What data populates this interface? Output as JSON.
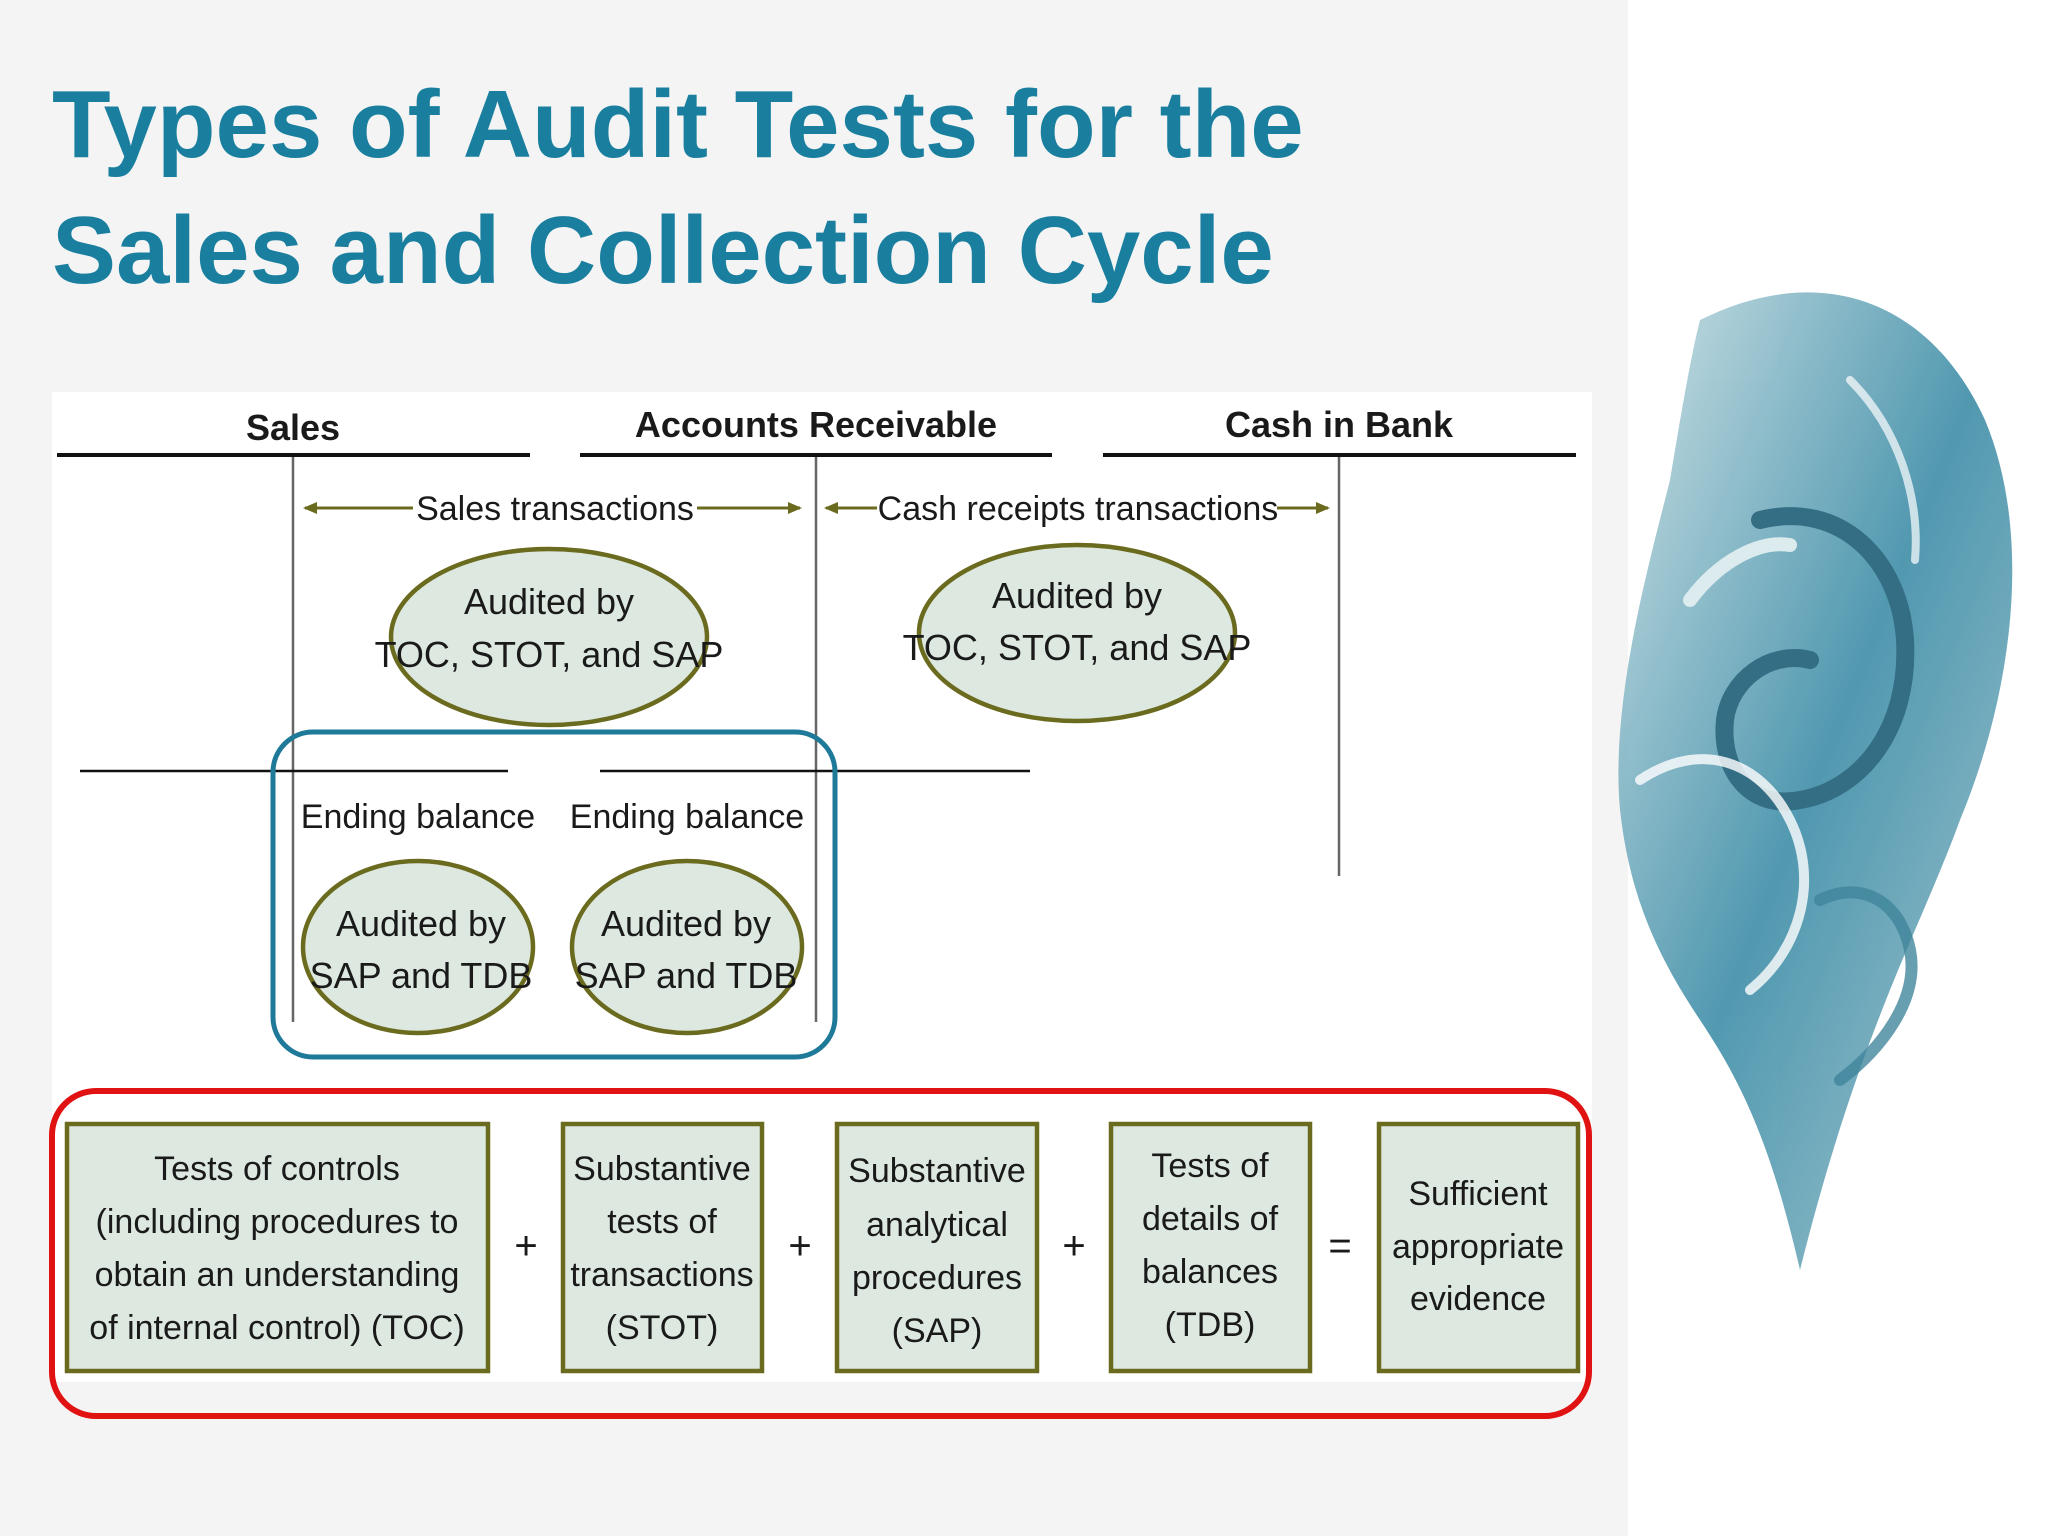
{
  "slide": {
    "title_line1": "Types of Audit Tests for the",
    "title_line2": "Sales and Collection Cycle"
  },
  "accounts": {
    "sales": "Sales",
    "accounts_receivable": "Accounts Receivable",
    "cash_in_bank": "Cash in Bank"
  },
  "transactions": {
    "sales": "Sales transactions",
    "cash_receipts": "Cash receipts transactions"
  },
  "ovals": {
    "sales_txn": [
      "Audited by",
      "TOC, STOT, and SAP"
    ],
    "cash_txn": [
      "Audited by",
      "TOC, STOT, and SAP"
    ],
    "balance_1": [
      "Audited by",
      "SAP and TDB"
    ],
    "balance_2": [
      "Audited by",
      "SAP and TDB"
    ]
  },
  "balances": {
    "label_1": "Ending balance",
    "label_2": "Ending balance"
  },
  "equation": {
    "boxes": [
      [
        "Tests of controls",
        "(including procedures to",
        "obtain an understanding",
        "of internal control) (TOC)"
      ],
      [
        "Substantive",
        "tests of",
        "transactions",
        "(STOT)"
      ],
      [
        "Substantive",
        "analytical",
        "procedures",
        "(SAP)"
      ],
      [
        "Tests of",
        "details of",
        "balances",
        "(TDB)"
      ],
      [
        "Sufficient",
        "appropriate",
        "evidence"
      ]
    ],
    "operators": [
      "+",
      "+",
      "+",
      "="
    ]
  },
  "colors": {
    "title": "#1a7f9f",
    "oval_fill": "#dde9e0",
    "oval_stroke": "#6b6b1f",
    "arrow": "#6b6b1f",
    "box_fill": "#dde9e0",
    "box_stroke": "#6b6b1f",
    "highlight_blue": "#1f7a9a",
    "highlight_red": "#e01212"
  },
  "decoration": {
    "image": "abstract-teal-swirl-artwork"
  }
}
